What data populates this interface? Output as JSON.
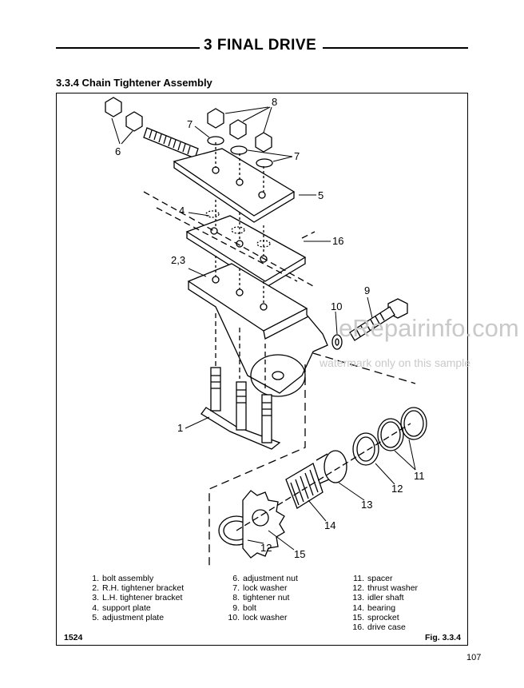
{
  "header": {
    "title": "3   FINAL DRIVE"
  },
  "section": {
    "title": "3.3.4   Chain Tightener Assembly"
  },
  "callouts": [
    "6",
    "7",
    "8",
    "7",
    "5",
    "4",
    "16",
    "2,3",
    "9",
    "10",
    "1",
    "11",
    "12",
    "13",
    "14",
    "15",
    "12"
  ],
  "legend": {
    "col1": [
      {
        "num": "1.",
        "text": "bolt assembly"
      },
      {
        "num": "2.",
        "text": "R.H. tightener bracket"
      },
      {
        "num": "3.",
        "text": "L.H. tightener bracket"
      },
      {
        "num": "4.",
        "text": "support plate"
      },
      {
        "num": "5.",
        "text": "adjustment plate"
      }
    ],
    "col2": [
      {
        "num": "6.",
        "text": "adjustment nut"
      },
      {
        "num": "7.",
        "text": "lock washer"
      },
      {
        "num": "8.",
        "text": "tightener nut"
      },
      {
        "num": "9.",
        "text": "bolt"
      },
      {
        "num": "10.",
        "text": "lock washer"
      }
    ],
    "col3": [
      {
        "num": "11.",
        "text": "spacer"
      },
      {
        "num": "12.",
        "text": "thrust washer"
      },
      {
        "num": "13.",
        "text": "idler shaft"
      },
      {
        "num": "14.",
        "text": "bearing"
      },
      {
        "num": "15.",
        "text": "sprocket"
      },
      {
        "num": "16.",
        "text": "drive case"
      }
    ]
  },
  "footer": {
    "code": "1524",
    "figure": "Fig. 3.3.4",
    "page_number": "107"
  },
  "watermark": {
    "main": "eRepairinfo.com",
    "sub": "watermark only on this sample"
  }
}
